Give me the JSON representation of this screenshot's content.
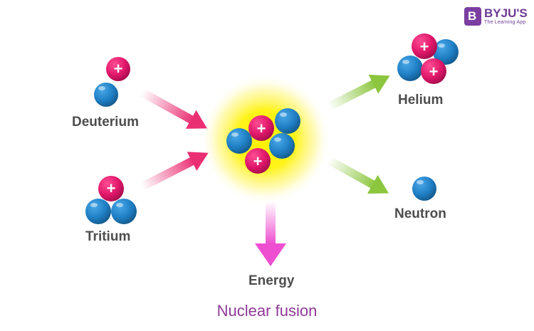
{
  "labels": {
    "deuterium": "Deuterium",
    "tritium": "Tritium",
    "helium": "Helium",
    "neutron": "Neutron",
    "energy": "Energy"
  },
  "caption": "Nuclear fusion",
  "logo": {
    "name": "BYJU'S",
    "tagline": "The Learning App",
    "mark": "B"
  },
  "particles": {
    "proton_symbol": "+"
  },
  "colors": {
    "proton": "#e0176a",
    "neutron": "#1f7fc4",
    "input_arrow": "#ea2f73",
    "output_arrow": "#8cc63f",
    "energy_arrow": "#ee4fd0",
    "glow": "#fff200",
    "label": "#4d4d4d",
    "caption": "#8e3a96",
    "brand": "#6b3b93"
  }
}
